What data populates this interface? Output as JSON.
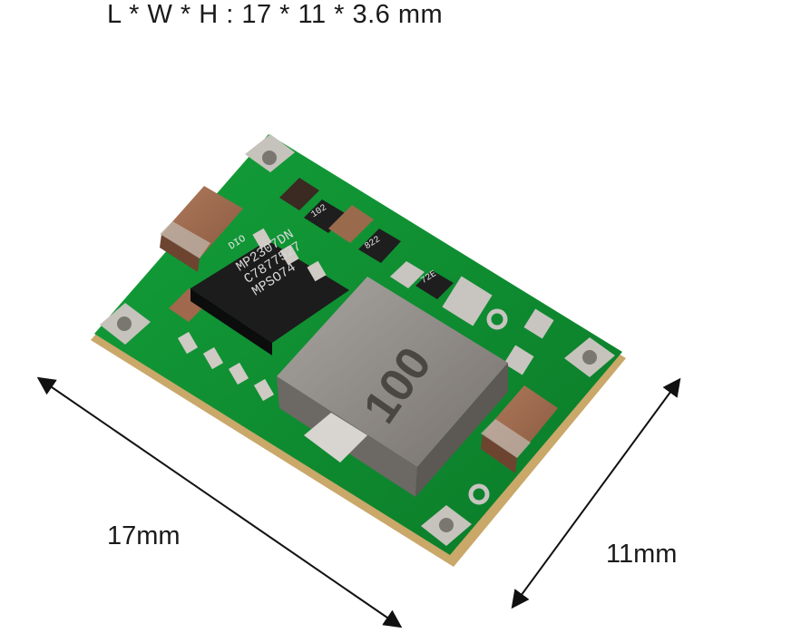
{
  "caption": "L * W * H : 17 * 11 * 3.6 mm",
  "dimensions": {
    "length_label": "17mm",
    "width_label": "11mm"
  },
  "board": {
    "ic_marking_line1": "MP2307DN",
    "ic_marking_line2": "C7877527",
    "ic_marking_line3": "MPSO74",
    "ic_marking_top": "DIO",
    "resistor1_code": "102",
    "resistor2_code": "822",
    "resistor3_code": "72E",
    "inductor_code": "100"
  },
  "colors": {
    "pcb": "#0e8a2e",
    "pcb_dark": "#0a6a22",
    "ic_body": "#1a1a1a",
    "inductor": "#8e8a86",
    "capacitor": "#a0684c",
    "pad": "#c8c4c0",
    "arrow": "#111111"
  }
}
